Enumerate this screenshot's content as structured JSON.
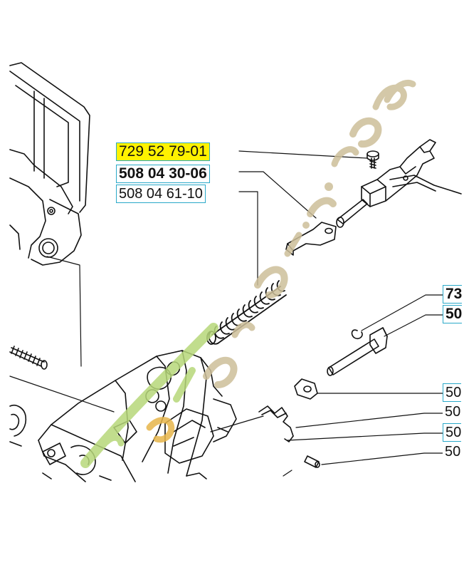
{
  "parts": [
    {
      "id": "lbl1",
      "number": "729 52 79-01",
      "bold": false,
      "highlight": true
    },
    {
      "id": "lbl2",
      "number": "508 04 30-06",
      "bold": true,
      "highlight": false
    },
    {
      "id": "lbl3",
      "number": "508 04 61-10",
      "bold": false,
      "highlight": false
    },
    {
      "id": "lbl4",
      "number": "73",
      "bold": true,
      "highlight": false
    },
    {
      "id": "lbl5",
      "number": "50",
      "bold": true,
      "highlight": false
    },
    {
      "id": "lbl6",
      "number": "50",
      "bold": false,
      "highlight": false
    },
    {
      "id": "lbl7",
      "number": "50",
      "bold": false,
      "highlight": false
    },
    {
      "id": "lbl8",
      "number": "50",
      "bold": false,
      "highlight": false
    },
    {
      "id": "lbl9",
      "number": "50",
      "bold": false,
      "highlight": false
    }
  ],
  "colors": {
    "highlight": "#fff200",
    "label_border": "#2aa9c9",
    "line_art": "#111111",
    "watermark_tan": "#cdbf9a",
    "watermark_green": "#b7d87a"
  },
  "watermark": {
    "text": "Fabrijardin.com",
    "style": "logo"
  }
}
